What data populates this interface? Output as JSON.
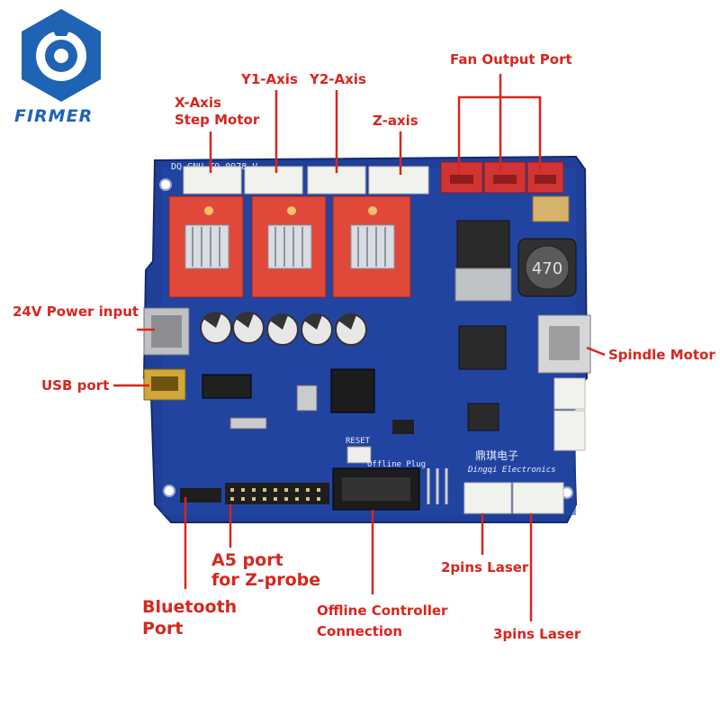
{
  "brand": {
    "logo_text": "FIRMER",
    "logo_color": "#1f63b5",
    "logo_icon": "hexagon-ring-logo"
  },
  "colors": {
    "label": "#d7261e",
    "pcb": "#1f3f99",
    "driver": "#e0483a",
    "connector": "#f1f1ee",
    "fan_connector": "#d23434"
  },
  "labels": {
    "x_axis_line1": "X-Axis",
    "x_axis_line2": "Step Motor",
    "y1_axis": "Y1-Axis",
    "y2_axis": "Y2-Axis",
    "z_axis": "Z-axis",
    "fan_output": "Fan Output Port",
    "power_input": "24V Power input",
    "usb_port": "USB port",
    "spindle_motor": "Spindle Motor",
    "a5_line1": "A5 port",
    "a5_line2": "for Z-probe",
    "bluetooth_line1": "Bluetooth",
    "bluetooth_line2": "Port",
    "offline_line1": "Offline Controller",
    "offline_line2": "Connection",
    "laser_2pin": "2pins Laser",
    "laser_3pin": "3pins Laser"
  },
  "board_silk": {
    "top_code": "DQ-GNU-TO-0978-V",
    "reset": "RESET",
    "offline": "Offline Plug",
    "brand_cn": "鼎琪电子",
    "brand_en": "Dingqi Electronics",
    "inductor": "470"
  }
}
